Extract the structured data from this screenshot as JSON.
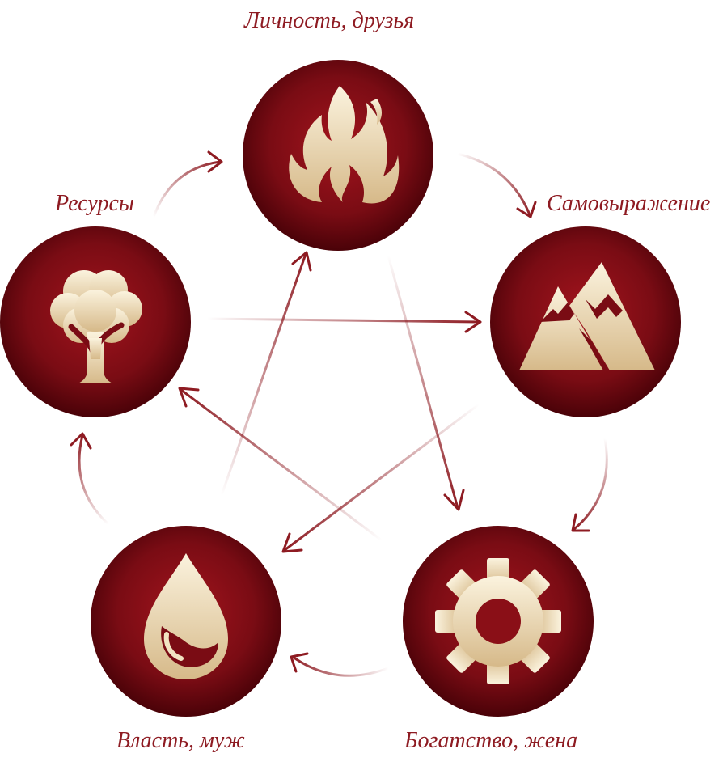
{
  "elements": [
    {
      "id": "fire",
      "label": "Личность, друзья",
      "icon": "flame-icon"
    },
    {
      "id": "earth",
      "label": "Самовыражение",
      "icon": "mountain-icon"
    },
    {
      "id": "metal",
      "label": "Богатство, жена",
      "icon": "gear-icon"
    },
    {
      "id": "water",
      "label": "Власть, муж",
      "icon": "water-drop-icon"
    },
    {
      "id": "wood",
      "label": "Ресурсы",
      "icon": "tree-icon"
    }
  ],
  "colors": {
    "accent": "#8e1b22",
    "circle_center": "#a3141d",
    "circle_edge": "#4a0208",
    "icon_light": "#fbf3de",
    "icon_dark": "#d6b989"
  }
}
